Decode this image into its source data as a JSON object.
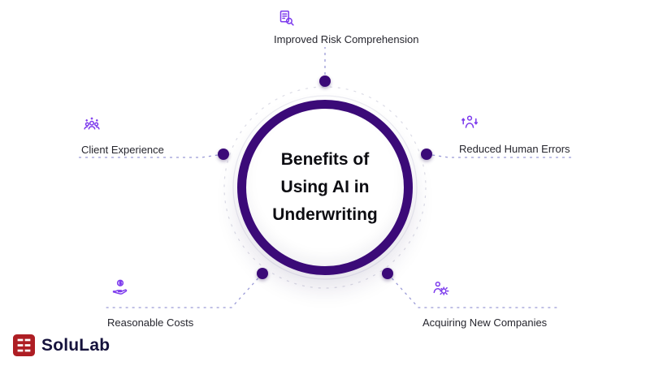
{
  "center": {
    "line1": "Benefits of",
    "line2": "Using AI in",
    "line3": "Underwriting"
  },
  "callouts": {
    "top": {
      "label": "Improved Risk Comprehension",
      "icon": "risk-analysis-icon"
    },
    "left": {
      "label": "Client Experience",
      "icon": "client-group-icon"
    },
    "right": {
      "label": "Reduced Human Errors",
      "icon": "human-errors-arrows-icon"
    },
    "bottom_left": {
      "label": "Reasonable Costs",
      "icon": "hand-coin-icon"
    },
    "bottom_right": {
      "label": "Acquiring New Companies",
      "icon": "person-gear-icon"
    }
  },
  "logo": {
    "brand": "SoluLab"
  },
  "colors": {
    "primary_ring": "#3b0a78",
    "icon_accent": "#7d3bed",
    "connector": "#9b9bd7",
    "logo_red": "#ae1e24",
    "title_text": "#0d0d12",
    "label_text": "#26262e"
  }
}
